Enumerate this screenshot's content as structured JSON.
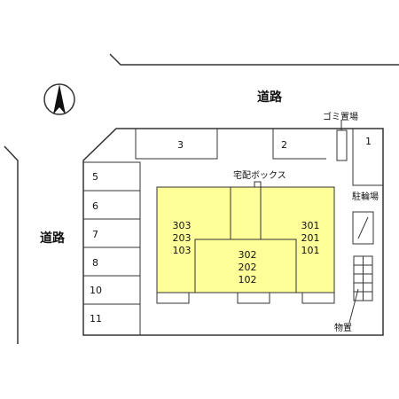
{
  "roads": {
    "top_label": "道路",
    "left_label": "道路"
  },
  "labels": {
    "garbage": "ゴミ置場",
    "delivery_box": "宅配ボックス",
    "bicycle_parking": "駐輪場",
    "storage": "物置"
  },
  "parking": [
    "1",
    "2",
    "3",
    "5",
    "6",
    "7",
    "8",
    "10",
    "11"
  ],
  "units": {
    "left": [
      "303",
      "203",
      "103"
    ],
    "center": [
      "302",
      "202",
      "102"
    ],
    "right": [
      "301",
      "201",
      "101"
    ]
  },
  "colors": {
    "building": "#ffff99",
    "line": "#333333"
  }
}
